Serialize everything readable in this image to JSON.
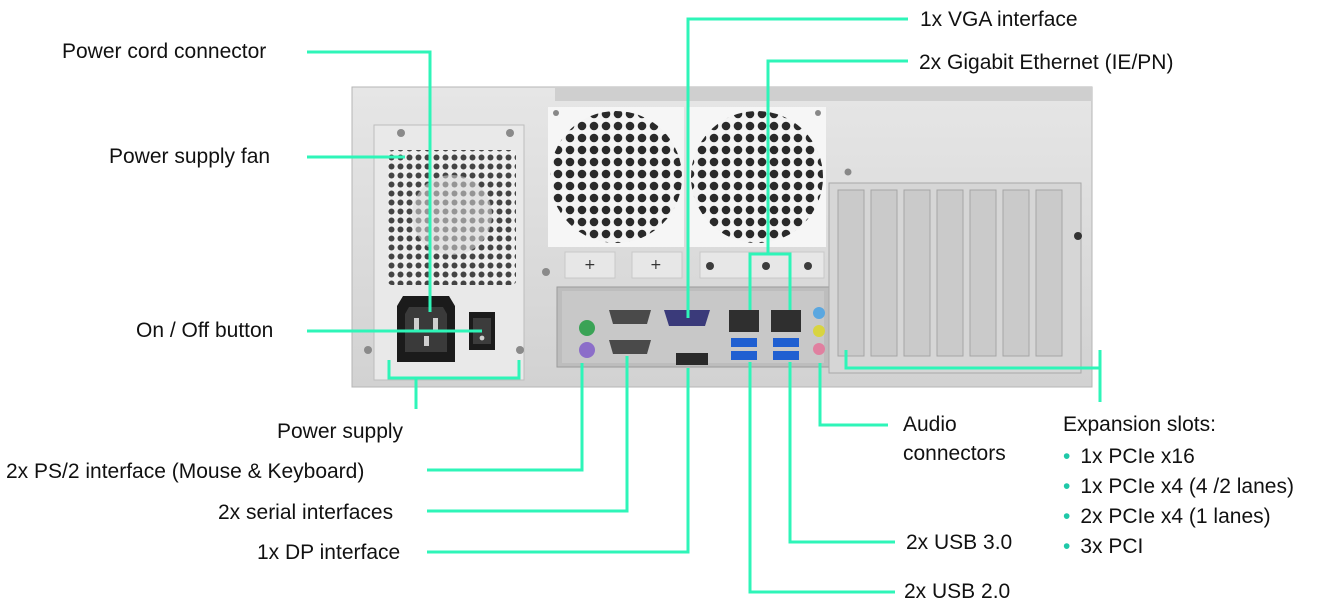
{
  "colors": {
    "leader": "#2ef5b8",
    "chassis": "#dcdcdc",
    "fan_grille": "#f2f2f2",
    "io_panel": "#bdbdbd"
  },
  "labels": {
    "power_cord_connector": "Power cord connector",
    "power_supply_fan": "Power supply fan",
    "on_off_button": "On / Off button",
    "power_supply": "Power supply",
    "ps2": "2x PS/2 interface (Mouse & Keyboard)",
    "serial": "2x serial interfaces",
    "dp": "1x DP interface",
    "vga": "1x VGA interface",
    "ethernet": "2x Gigabit Ethernet (IE/PN)",
    "audio_line1": "Audio",
    "audio_line2": "connectors",
    "usb3": "2x USB 3.0",
    "usb2": "2x USB 2.0",
    "expansion_title": "Expansion slots:",
    "expansion_items": [
      "1x PCIe x16",
      "1x PCIe x4 (4 /2 lanes)",
      "2x PCIe x4 (1 lanes)",
      "3x PCI"
    ]
  }
}
